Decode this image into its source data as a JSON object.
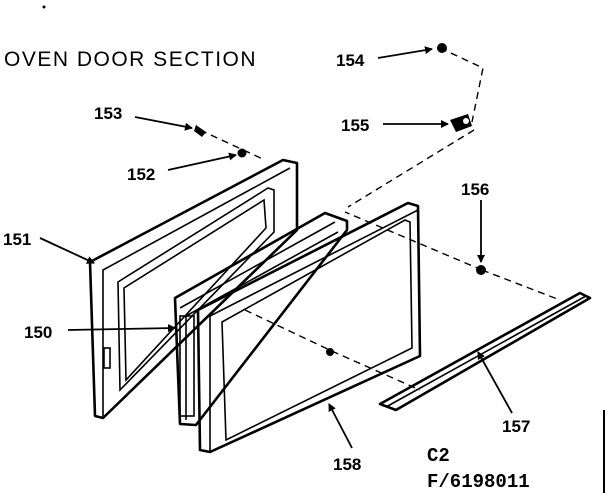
{
  "title": "OVEN DOOR SECTION",
  "part_labels": {
    "p150": "150",
    "p151": "151",
    "p152": "152",
    "p153": "153",
    "p154": "154",
    "p155": "155",
    "p156": "156",
    "p157": "157",
    "p158": "158"
  },
  "codes": {
    "c2": "C2",
    "figure": "F/6198011"
  }
}
